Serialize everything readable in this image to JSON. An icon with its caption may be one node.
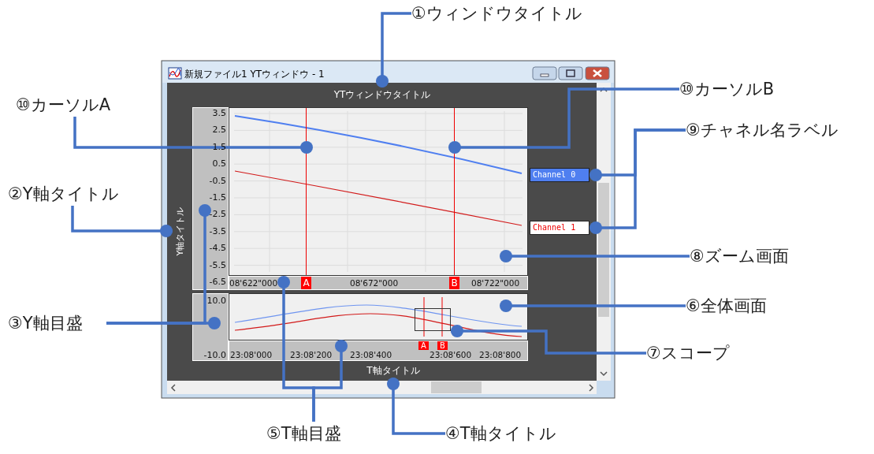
{
  "diagram": {
    "nodes": [
      {
        "text": [
          "①ウィンドウタイトル"
        ]
      },
      {
        "text": [
          "YTウィンドウタイトル"
        ]
      },
      {
        "text": [
          "⑩カーソルA"
        ]
      },
      {
        "text": [
          "⑩カーソルB"
        ]
      },
      {
        "text": [
          "②Y軸タイトル"
        ]
      },
      {
        "text": [
          "Y軸タイトル"
        ]
      },
      {
        "text": [
          "③Y軸目盛"
        ]
      },
      {
        "text": [
          "④T軸タイトル"
        ]
      },
      {
        "text": [
          "T軸タイトル"
        ]
      },
      {
        "text": [
          "⑤T軸目盛"
        ]
      },
      {
        "text": [
          "⑥全体画面"
        ]
      },
      {
        "text": [
          "⑦スコープ"
        ]
      },
      {
        "text": [
          "⑧ズーム画面"
        ]
      },
      {
        "text": [
          "⑨チャネル名ラベル"
        ]
      },
      {
        "text": [
          "Channel 0"
        ]
      },
      {
        "text": [
          "Channel 1"
        ]
      },
      {
        "text": [],
        "shape": "bar"
      },
      {
        "text": [],
        "shape": "box"
      },
      {
        "text": [],
        "shape": "bar",
        "in": 17
      },
      {
        "text": [],
        "shape": "bar",
        "in": 17
      },
      {
        "text": [],
        "shape": "bar"
      },
      {
        "text": [],
        "shape": "bar"
      },
      {
        "text": [],
        "shape": "box"
      },
      {
        "text": [],
        "shape": "box",
        "in": 22
      },
      {
        "text": [],
        "shape": "bar"
      }
    ],
    "edges": [
      {
        "from": 0,
        "to": 1,
        "arrow": "other"
      },
      {
        "from": 2,
        "to": 18,
        "arrow": "other"
      },
      {
        "from": 3,
        "to": 19,
        "arrow": "other"
      },
      {
        "from": 4,
        "to": 5,
        "arrow": "other"
      },
      {
        "from": 6,
        "to": 16,
        "arrow": "other"
      },
      {
        "from": 6,
        "to": 21,
        "arrow": "other"
      },
      {
        "from": 7,
        "to": 8,
        "arrow": "other"
      },
      {
        "from": 9,
        "to": 20,
        "arrow": "other"
      },
      {
        "from": 9,
        "to": 24,
        "arrow": "other"
      },
      {
        "from": 10,
        "to": 22,
        "arrow": "other"
      },
      {
        "from": 11,
        "to": 23,
        "arrow": "other"
      },
      {
        "from": 12,
        "to": 17,
        "arrow": "other"
      },
      {
        "from": 13,
        "to": 14,
        "arrow": "other"
      },
      {
        "from": 13,
        "to": 15,
        "arrow": "other"
      }
    ],
    "labels": [
      "新規ファイル1 YTウィンドウ - 1",
      "3.5",
      "2.5",
      "1.5",
      "0.5",
      "-0.5",
      "-1.5",
      "-2.5",
      "-3.5",
      "-4.5",
      "-5.5",
      "-6.5",
      "08'622\"000",
      "A",
      "08'672\"000",
      "B",
      "08'722\"000",
      "10.0",
      "-10.0",
      "23:08'000",
      "23:08'200",
      "23:08'400",
      "A",
      "23:08'600",
      "B",
      "23:08'800"
    ]
  }
}
